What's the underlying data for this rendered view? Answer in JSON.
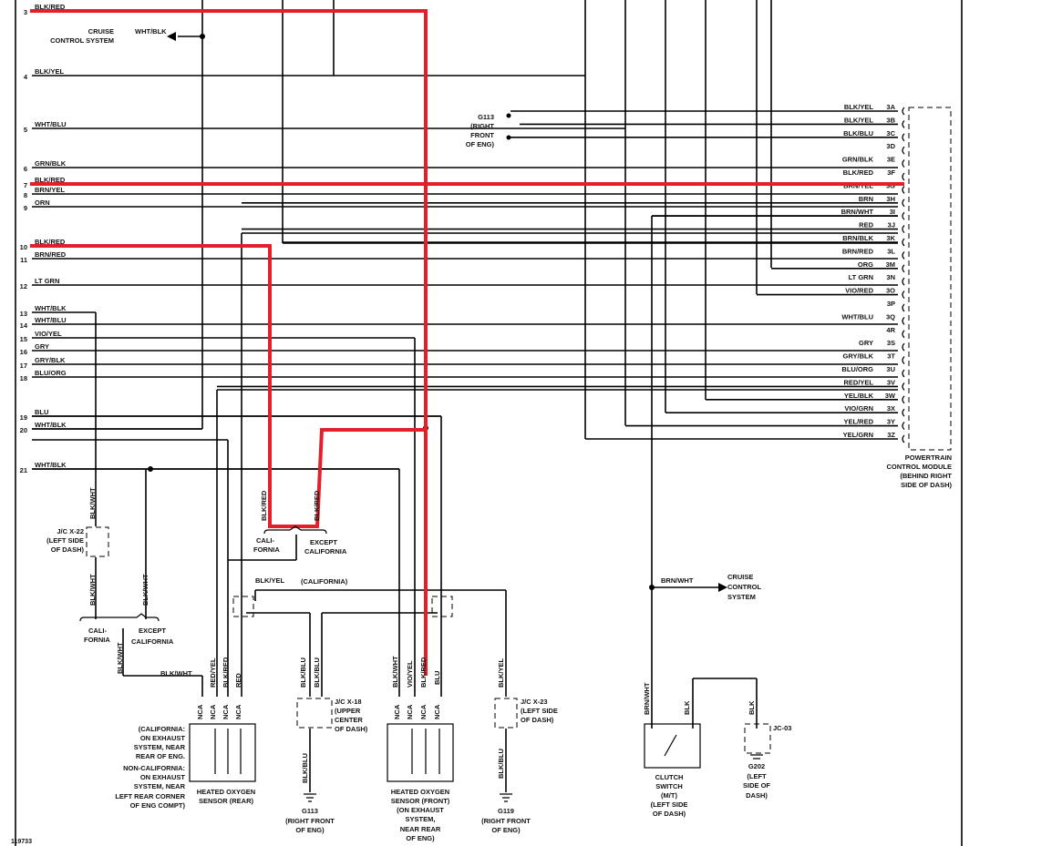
{
  "diagram_number": "119733",
  "highlight_color": "#e3202a",
  "left_connector": [
    {
      "pin": "3",
      "wire": "BLK/RED",
      "highlighted": true
    },
    {
      "pin": "4",
      "wire": "BLK/YEL"
    },
    {
      "pin": "5",
      "wire": "WHT/BLU"
    },
    {
      "pin": "6",
      "wire": "GRN/BLK"
    },
    {
      "pin": "7",
      "wire": "BLK/RED",
      "highlighted": true
    },
    {
      "pin": "8",
      "wire": "BRN/YEL"
    },
    {
      "pin": "9",
      "wire": "ORN"
    },
    {
      "pin": "10",
      "wire": "BLK/RED",
      "highlighted": true
    },
    {
      "pin": "11",
      "wire": "BRN/RED"
    },
    {
      "pin": "12",
      "wire": "LT GRN"
    },
    {
      "pin": "13",
      "wire": "WHT/BLK"
    },
    {
      "pin": "14",
      "wire": "WHT/BLU"
    },
    {
      "pin": "15",
      "wire": "VIO/YEL"
    },
    {
      "pin": "16",
      "wire": "GRY"
    },
    {
      "pin": "17",
      "wire": "GRY/BLK"
    },
    {
      "pin": "18",
      "wire": "BLU/ORG"
    },
    {
      "pin": "19",
      "wire": "BLU"
    },
    {
      "pin": "20",
      "wire": "WHT/BLK"
    },
    {
      "pin": "21",
      "wire": "WHT/BLK"
    }
  ],
  "pcm": {
    "title": [
      "POWERTRAIN",
      "CONTROL MODULE",
      "(BEHIND RIGHT",
      "SIDE OF DASH)"
    ],
    "pins": [
      {
        "pin": "3A",
        "wire": "BLK/YEL"
      },
      {
        "pin": "3B",
        "wire": "BLK/YEL"
      },
      {
        "pin": "3C",
        "wire": "BLK/BLU"
      },
      {
        "pin": "3D",
        "wire": ""
      },
      {
        "pin": "3E",
        "wire": "GRN/BLK"
      },
      {
        "pin": "3F",
        "wire": "BLK/RED",
        "highlighted": true
      },
      {
        "pin": "3G",
        "wire": "BRN/YEL"
      },
      {
        "pin": "3H",
        "wire": "BRN"
      },
      {
        "pin": "3I",
        "wire": "BRN/WHT"
      },
      {
        "pin": "3J",
        "wire": "RED"
      },
      {
        "pin": "3K",
        "wire": "BRN/BLK"
      },
      {
        "pin": "3L",
        "wire": "BRN/RED"
      },
      {
        "pin": "3M",
        "wire": "ORG"
      },
      {
        "pin": "3N",
        "wire": "LT GRN"
      },
      {
        "pin": "3O",
        "wire": "VIO/RED"
      },
      {
        "pin": "3P",
        "wire": ""
      },
      {
        "pin": "3Q",
        "wire": "WHT/BLU"
      },
      {
        "pin": "4R",
        "wire": ""
      },
      {
        "pin": "3S",
        "wire": "GRY"
      },
      {
        "pin": "3T",
        "wire": "GRY/BLK"
      },
      {
        "pin": "3U",
        "wire": "BLU/ORG"
      },
      {
        "pin": "3V",
        "wire": "RED/YEL"
      },
      {
        "pin": "3W",
        "wire": "YEL/BLK"
      },
      {
        "pin": "3X",
        "wire": "VIO/GRN"
      },
      {
        "pin": "3Y",
        "wire": "YEL/RED"
      },
      {
        "pin": "3Z",
        "wire": "YEL/GRN"
      }
    ]
  },
  "cruise_top": {
    "wire": "WHT/BLK",
    "label": [
      "CRUISE",
      "CONTROL SYSTEM"
    ]
  },
  "cruise_right": {
    "wire": "BRN/WHT",
    "label": [
      "CRUISE",
      "CONTROL",
      "SYSTEM"
    ]
  },
  "g113_top": {
    "label": [
      "G113",
      "(RIGHT",
      "FRONT",
      "OF ENG)"
    ]
  },
  "labels": {
    "blk_wht": "BLK/WHT",
    "blk_red": "BLK/RED",
    "blk_yel": "BLK/YEL",
    "blk_blu": "BLK/BLU",
    "red_yel": "RED/YEL",
    "red": "RED",
    "vio_yel": "VIO/YEL",
    "blu": "BLU",
    "brn_wht": "BRN/WHT",
    "blk": "BLK",
    "nca": "NCA",
    "california_paren": "(CALIFORNIA)",
    "cali": [
      "CALI-",
      "FORNIA"
    ],
    "except": [
      "EXCEPT",
      "CALIFORNIA"
    ]
  },
  "jc_x22": [
    "J/C X-22",
    "(LEFT SIDE",
    "OF DASH)"
  ],
  "jc_x18": [
    "J/C X-18",
    "(UPPER",
    "CENTER",
    "OF DASH)"
  ],
  "jc_x23": [
    "J/C X-23",
    "(LEFT SIDE",
    "OF DASH)"
  ],
  "jc_03": [
    "JC-03"
  ],
  "rear_sensor": {
    "name": [
      "HEATED OXYGEN",
      "SENSOR (REAR)"
    ],
    "location": [
      "(CALIFORNIA:",
      "ON EXHAUST",
      "SYSTEM, NEAR",
      "REAR OF ENG.",
      "NON-CALIFORNIA:",
      "ON EXHAUST",
      "SYSTEM, NEAR",
      "LEFT REAR CORNER",
      "OF ENG COMPT)"
    ]
  },
  "front_sensor": {
    "name": [
      "HEATED OXYGEN",
      "SENSOR (FRONT)",
      "(ON EXHAUST",
      "SYSTEM,",
      "NEAR REAR",
      "OF ENG)"
    ]
  },
  "g113_bottom": [
    "G113",
    "(RIGHT FRONT",
    "OF ENG)"
  ],
  "g119": [
    "G119",
    "(RIGHT FRONT",
    "OF ENG)"
  ],
  "clutch_switch": [
    "CLUTCH",
    "SWITCH",
    "(M/T)",
    "(LEFT SIDE",
    "OF DASH)"
  ],
  "g202": [
    "G202",
    "(LEFT",
    "SIDE OF",
    "DASH)"
  ]
}
